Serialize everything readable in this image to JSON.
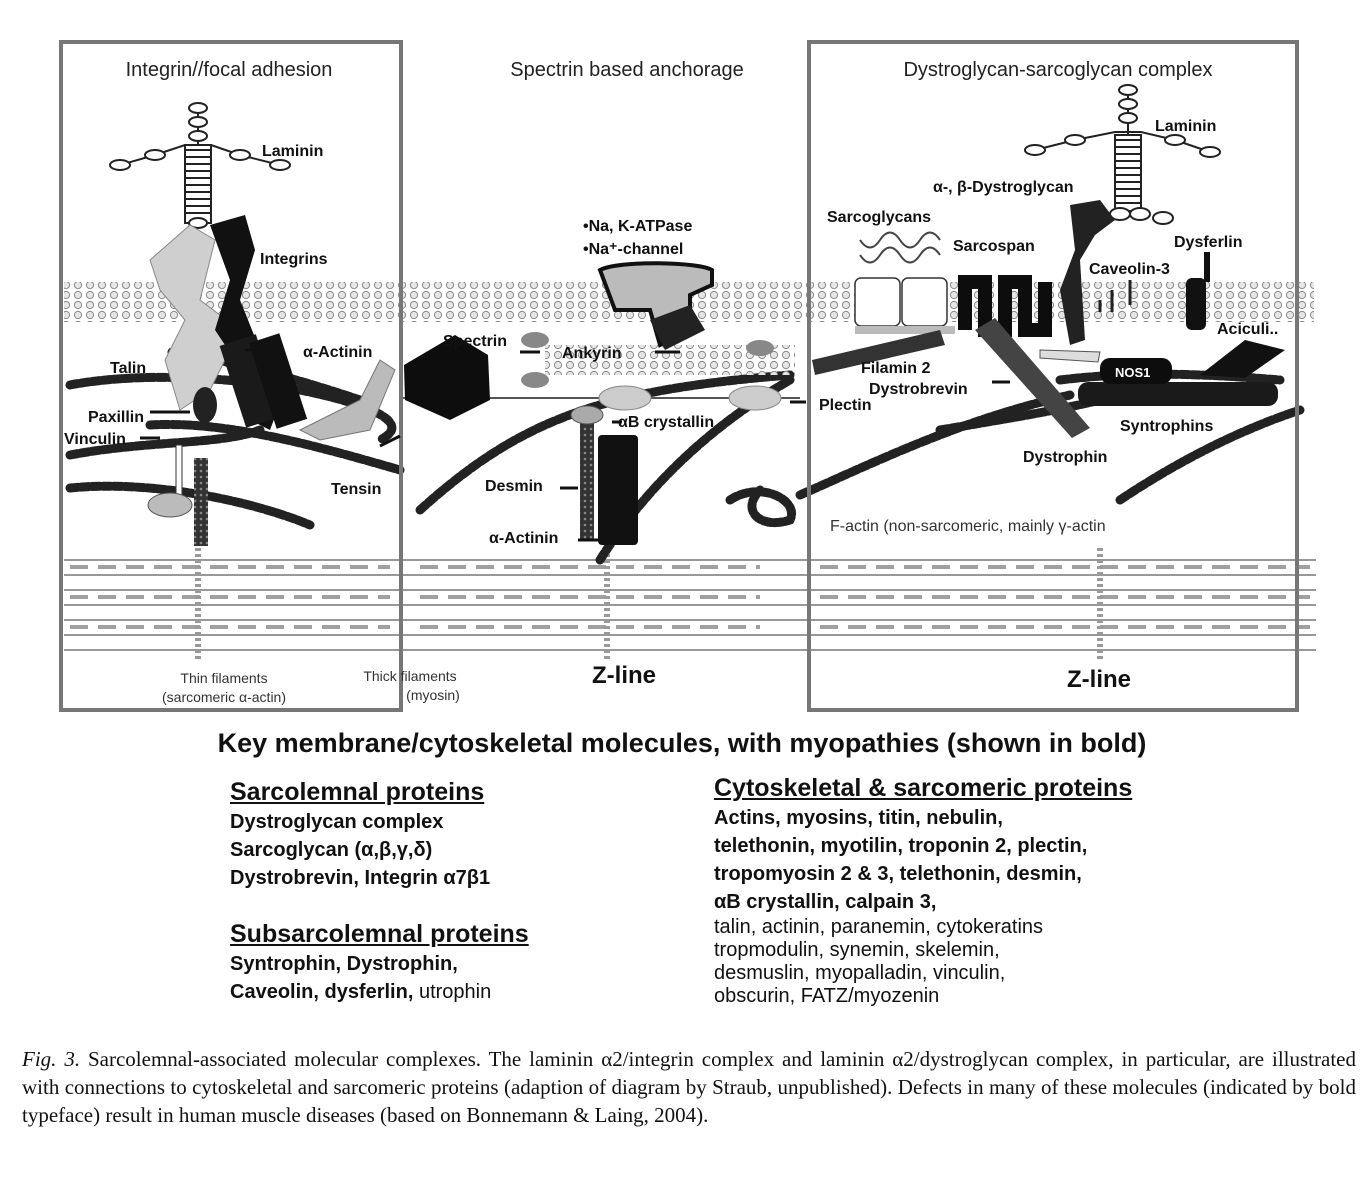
{
  "diagram": {
    "panel_titles": [
      "Integrin//focal adhesion",
      "Spectrin based anchorage",
      "Dystroglycan-sarcoglycan complex"
    ],
    "labels": {
      "laminin_left": "Laminin",
      "integrins": "Integrins",
      "alpha_actinin_top": "α-Actinin",
      "talin": "Talin",
      "paxillin": "Paxillin",
      "vinculin": "Vinculin",
      "tensin": "Tensin",
      "na_k_atpase": "•Na, K-ATPase",
      "na_channel": "•Na⁺-channel",
      "spectrin": "Spectrin",
      "ankyrin": "Ankyrin",
      "ab_crystallin": "αB crystallin",
      "desmin": "Desmin",
      "alpha_actinin_bottom": "α-Actinin",
      "laminin_right": "Laminin",
      "dystroglycan": "α-, β-Dystroglycan",
      "sarcoglycans": "Sarcoglycans",
      "sarcospan": "Sarcospan",
      "dysferlin": "Dysferlin",
      "caveolin3": "Caveolin-3",
      "aciculin": "Aciculi..",
      "filamin2": "Filamin 2",
      "dystrobrevin": "Dystrobrevin",
      "plectin": "Plectin",
      "nos1": "NOS1",
      "syntrophins": "Syntrophins",
      "dystrophin": "Dystrophin",
      "factin": "F-actin (non-sarcomeric, mainly γ-actin",
      "thin_filaments_1": "Thin filaments",
      "thin_filaments_2": "(sarcomeric α-actin)",
      "thick_filaments_1": "Thick filaments",
      "thick_filaments_2": "(myosin)",
      "zline_1": "Z-line",
      "zline_2": "Z-line"
    }
  },
  "key": {
    "title": "Key membrane/cytoskeletal molecules, with myopathies (shown in bold)",
    "sarcolemnal": {
      "heading": "Sarcolemnal proteins",
      "line1": "Dystroglycan complex",
      "line2": "Sarcoglycan (α,β,γ,δ)",
      "line3": "Dystrobrevin, Integrin α7β1"
    },
    "subsarcolemnal": {
      "heading": "Subsarcolemnal proteins",
      "line1": "Syntrophin, Dystrophin,",
      "line2_bold": "Caveolin,  dysferlin,",
      "line2_normal": " utrophin"
    },
    "cytoskeletal": {
      "heading": "Cytoskeletal & sarcomeric proteins",
      "bold_lines": [
        "Actins, myosins, titin, nebulin,",
        "telethonin, myotilin, troponin 2, plectin,",
        "tropomyosin 2 & 3, telethonin, desmin,",
        "αB crystallin, calpain 3,"
      ],
      "plain_lines": [
        "talin, actinin, paranemin, cytokeratins",
        "tropmodulin, synemin, skelemin,",
        "desmuslin, myopalladin, vinculin,",
        "obscurin, FATZ/myozenin"
      ]
    }
  },
  "caption": {
    "fig_label": "Fig. 3.",
    "text": " Sarcolemnal-associated molecular complexes. The laminin α2/integrin complex and laminin α2/dystroglycan complex, in particular, are illustrated with connections to cytoskeletal and sarcomeric proteins (adaption of diagram by Straub, unpublished). Defects in many of these molecules (indicated by bold typeface) result in human muscle diseases (based on Bonnemann & Laing, 2004)."
  }
}
